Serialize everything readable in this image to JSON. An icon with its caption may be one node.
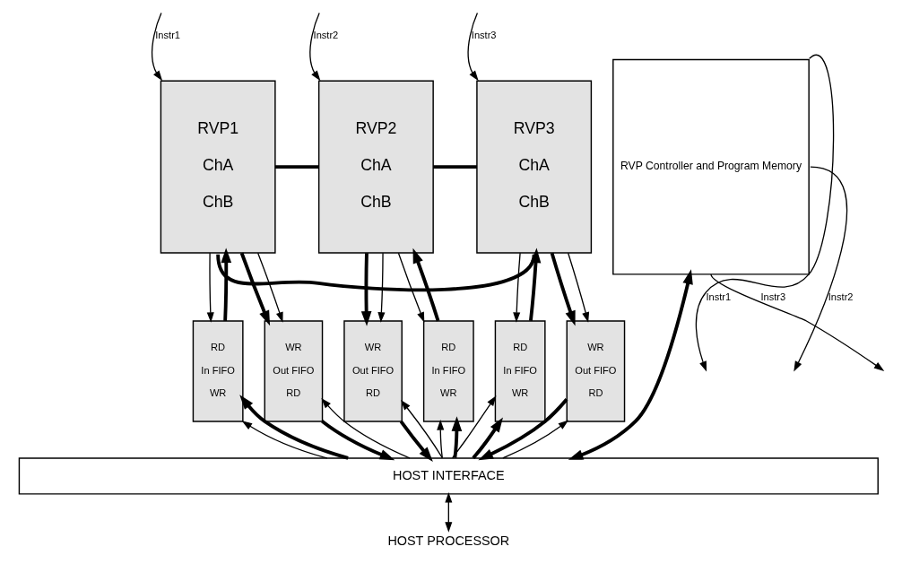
{
  "diagram": {
    "nodes": [
      {
        "text": [
          "RVP Controller and Program Memory"
        ]
      },
      {
        "text": [
          "RVP1",
          "ChA",
          "ChB"
        ]
      },
      {
        "text": [
          "RVP2",
          "ChA",
          "ChB"
        ]
      },
      {
        "text": [
          "RVP3",
          "ChA",
          "ChB"
        ]
      },
      {
        "text": [
          "RD",
          "In FIFO",
          "WR"
        ]
      },
      {
        "text": [
          "WR",
          "Out FIFO",
          "RD"
        ]
      },
      {
        "text": [
          "RD",
          "In FIFO",
          "WR"
        ]
      },
      {
        "text": [
          "WR",
          "Out FIFO",
          "RD"
        ]
      },
      {
        "text": [
          "RD",
          "In FIFO",
          "WR"
        ]
      },
      {
        "text": [
          "WR",
          "Out FIFO",
          "RD"
        ]
      },
      {
        "text": [
          "HOST INTERFACE"
        ]
      },
      {
        "text": [
          "HOST PROCESSOR"
        ]
      }
    ],
    "edges": [
      {
        "from": 0,
        "to": null,
        "arrow": "to",
        "label": "Instr1"
      },
      {
        "from": 0,
        "to": null,
        "arrow": "to",
        "label": "Instr2"
      },
      {
        "from": 0,
        "to": null,
        "arrow": "to",
        "label": "Instr3"
      },
      {
        "from": null,
        "to": 1,
        "arrow": "to",
        "label": "Instr1"
      },
      {
        "from": null,
        "to": 2,
        "arrow": "to",
        "label": "Instr2"
      },
      {
        "from": null,
        "to": 3,
        "arrow": "to",
        "label": "Instr3"
      },
      {
        "from": 1,
        "to": 2,
        "arrow": "none",
        "style": "thick"
      },
      {
        "from": 2,
        "to": 3,
        "arrow": "none",
        "style": "thick"
      },
      {
        "from": 3,
        "to": 1,
        "arrow": "none",
        "style": "thick"
      },
      {
        "from": 1,
        "to": 4,
        "arrow": "to"
      },
      {
        "from": 4,
        "to": 1,
        "arrow": "to",
        "style": "thick"
      },
      {
        "from": 1,
        "to": 5,
        "arrow": "to",
        "style": "thick"
      },
      {
        "from": 1,
        "to": 5,
        "arrow": "to"
      },
      {
        "from": 2,
        "to": 6,
        "arrow": "to"
      },
      {
        "from": 6,
        "to": 2,
        "arrow": "to",
        "style": "thick"
      },
      {
        "from": 2,
        "to": 7,
        "arrow": "to",
        "style": "thick"
      },
      {
        "from": 2,
        "to": 7,
        "arrow": "to"
      },
      {
        "from": 3,
        "to": 8,
        "arrow": "to"
      },
      {
        "from": 8,
        "to": 3,
        "arrow": "to",
        "style": "thick"
      },
      {
        "from": 3,
        "to": 9,
        "arrow": "to",
        "style": "thick"
      },
      {
        "from": 3,
        "to": 9,
        "arrow": "to"
      },
      {
        "from": 10,
        "to": 4,
        "arrow": "to"
      },
      {
        "from": 10,
        "to": 4,
        "arrow": "to",
        "style": "thick"
      },
      {
        "from": 5,
        "to": 10,
        "arrow": "to",
        "style": "thick"
      },
      {
        "from": 10,
        "to": 5,
        "arrow": "to"
      },
      {
        "from": 10,
        "to": 6,
        "arrow": "to"
      },
      {
        "from": 10,
        "to": 6,
        "arrow": "to",
        "style": "thick"
      },
      {
        "from": 7,
        "to": 10,
        "arrow": "to",
        "style": "thick"
      },
      {
        "from": 10,
        "to": 7,
        "arrow": "to"
      },
      {
        "from": 10,
        "to": 8,
        "arrow": "to"
      },
      {
        "from": 10,
        "to": 8,
        "arrow": "to",
        "style": "thick"
      },
      {
        "from": 9,
        "to": 10,
        "arrow": "to",
        "style": "thick"
      },
      {
        "from": 10,
        "to": 9,
        "arrow": "to"
      },
      {
        "from": 0,
        "to": 10,
        "arrow": "both",
        "style": "thick"
      },
      {
        "from": 10,
        "to": 11,
        "arrow": "both"
      }
    ]
  }
}
